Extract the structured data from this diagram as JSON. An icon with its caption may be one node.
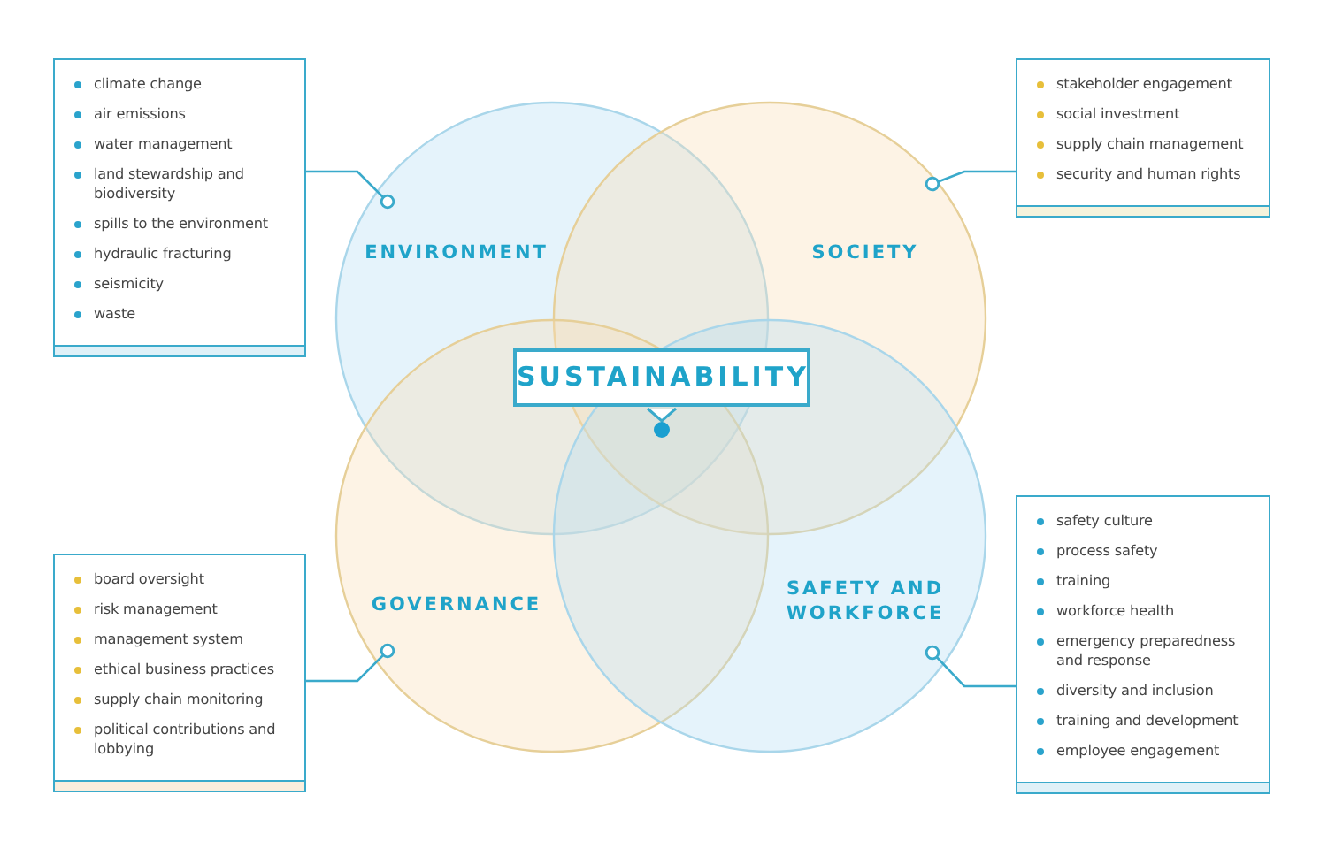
{
  "diagram": {
    "nodes": [
      {
        "text": [
          "ENVIRONMENT"
        ]
      },
      {
        "text": [
          "SOCIETY"
        ]
      },
      {
        "text": [
          "GOVERNANCE"
        ]
      },
      {
        "text": [
          "SAFETY AND WORKFORCE"
        ]
      },
      {
        "text": [
          "SUSTAINABILITY"
        ]
      },
      {
        "text": [
          "climate change",
          "air emissions",
          "water management",
          "land stewardship and biodiversity",
          "spills to the environment",
          "hydraulic fracturing",
          "seismicity",
          "waste"
        ]
      },
      {
        "text": [
          "stakeholder engagement",
          "social investment",
          "supply chain management",
          "security and human rights"
        ]
      },
      {
        "text": [
          "board oversight",
          "risk management",
          "management system",
          "ethical business practices",
          "supply chain monitoring",
          "political contributions and lobbying"
        ]
      },
      {
        "text": [
          "safety culture",
          "process safety",
          "training",
          "workforce health",
          "emergency preparedness and response",
          "diversity and inclusion",
          "training and development",
          "employee engagement"
        ]
      }
    ],
    "edges": [
      {
        "from": 5,
        "to": 0,
        "arrow": "other"
      },
      {
        "from": 6,
        "to": 1,
        "arrow": "other"
      },
      {
        "from": 7,
        "to": 2,
        "arrow": "other"
      },
      {
        "from": 8,
        "to": 3,
        "arrow": "other"
      }
    ]
  }
}
